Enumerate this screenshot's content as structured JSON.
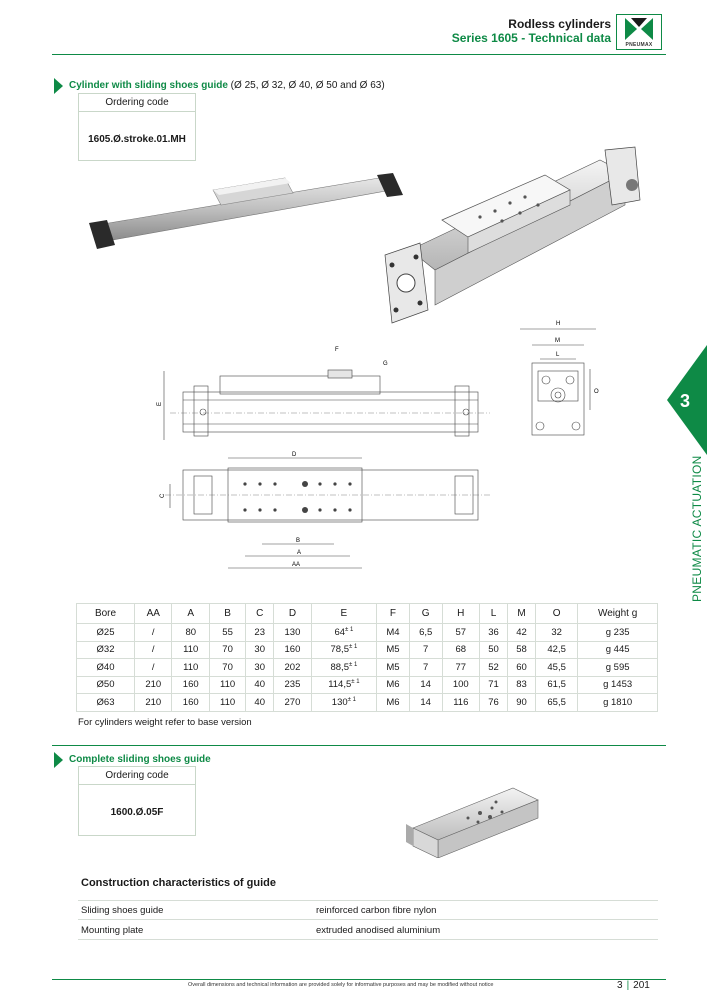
{
  "header": {
    "title": "Rodless cylinders",
    "subtitle": "Series 1605 - Technical data",
    "logo_text": "PNEUMAX"
  },
  "section1": {
    "heading_bold": "Cylinder with sliding shoes guide",
    "heading_rest": " (Ø 25, Ø 32, Ø 40, Ø 50 and Ø 63)",
    "ordering_label": "Ordering code",
    "ordering_code": "1605.Ø.stroke.01.MH"
  },
  "drawing_labels": {
    "F": "F",
    "G": "G",
    "E": "E",
    "H": "H",
    "M": "M",
    "L": "L",
    "O": "O",
    "D": "D",
    "C": "C",
    "B": "B",
    "A": "A",
    "AA": "AA"
  },
  "side_tab": {
    "number": "3",
    "label": "PNEUMATIC ACTUATION"
  },
  "table": {
    "headers": [
      "Bore",
      "AA",
      "A",
      "B",
      "C",
      "D",
      "E",
      "F",
      "G",
      "H",
      "L",
      "M",
      "O",
      "Weight g"
    ],
    "rows": [
      {
        "bore": "Ø25",
        "AA": "/",
        "A": "80",
        "B": "55",
        "C": "23",
        "D": "130",
        "E": "64",
        "E_tol": "± 1",
        "F": "M4",
        "G": "6,5",
        "H": "57",
        "L": "36",
        "M": "42",
        "O": "32",
        "W": "g 235"
      },
      {
        "bore": "Ø32",
        "AA": "/",
        "A": "110",
        "B": "70",
        "C": "30",
        "D": "160",
        "E": "78,5",
        "E_tol": "± 1",
        "F": "M5",
        "G": "7",
        "H": "68",
        "L": "50",
        "M": "58",
        "O": "42,5",
        "W": "g 445"
      },
      {
        "bore": "Ø40",
        "AA": "/",
        "A": "110",
        "B": "70",
        "C": "30",
        "D": "202",
        "E": "88,5",
        "E_tol": "± 1",
        "F": "M5",
        "G": "7",
        "H": "77",
        "L": "52",
        "M": "60",
        "O": "45,5",
        "W": "g 595"
      },
      {
        "bore": "Ø50",
        "AA": "210",
        "A": "160",
        "B": "110",
        "C": "40",
        "D": "235",
        "E": "114,5",
        "E_tol": "± 1",
        "F": "M6",
        "G": "14",
        "H": "100",
        "L": "71",
        "M": "83",
        "O": "61,5",
        "W": "g 1453"
      },
      {
        "bore": "Ø63",
        "AA": "210",
        "A": "160",
        "B": "110",
        "C": "40",
        "D": "270",
        "E": "130",
        "E_tol": "± 1",
        "F": "M6",
        "G": "14",
        "H": "116",
        "L": "76",
        "M": "90",
        "O": "65,5",
        "W": "g 1810"
      }
    ],
    "note": "For cylinders weight refer to base version"
  },
  "section2": {
    "heading": "Complete sliding shoes guide",
    "ordering_label": "Ordering code",
    "ordering_code": "1600.Ø.05F"
  },
  "construction": {
    "title": "Construction characteristics of guide",
    "rows": [
      {
        "key": "Sliding shoes guide",
        "value": "reinforced carbon fibre nylon"
      },
      {
        "key": "Mounting plate",
        "value": "extruded anodised aluminium"
      }
    ]
  },
  "footer": {
    "disclaimer": "Overall dimensions and technical information are provided solely for informative purposes and may be modified without notice",
    "chapter": "3",
    "page": "201"
  },
  "colors": {
    "accent_green": "#0e8a46"
  }
}
